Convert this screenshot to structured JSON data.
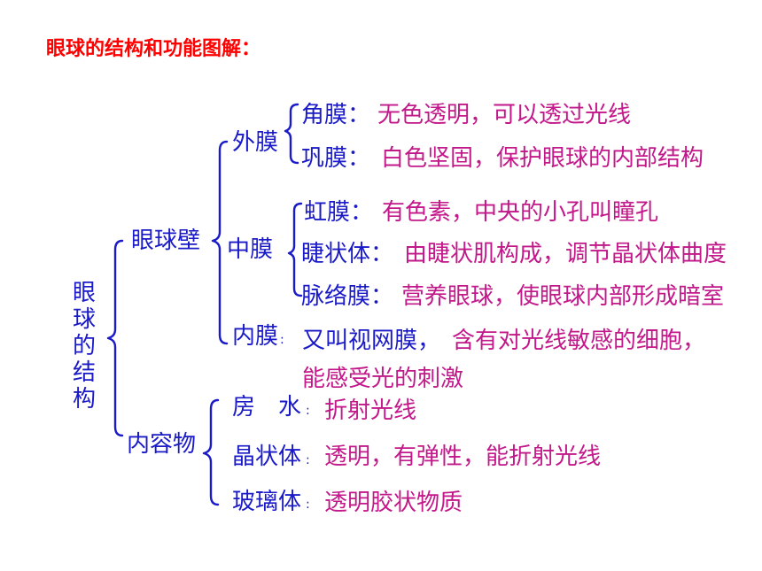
{
  "title": "眼球的结构和功能图解：",
  "root": "眼球的结构",
  "wall": {
    "label": "眼球壁",
    "outer": {
      "label": "外膜",
      "cornea": {
        "label": "角膜：",
        "desc": "无色透明，可以透过光线"
      },
      "sclera": {
        "label": "巩膜：",
        "desc": "白色坚固，保护眼球的内部结构"
      }
    },
    "middle": {
      "label": "中膜",
      "iris": {
        "label": "虹膜：",
        "desc": "有色素，中央的小孔叫瞳孔"
      },
      "ciliary": {
        "label": "睫状体：",
        "desc": "由睫状肌构成，调节晶状体曲度"
      },
      "choroid": {
        "label": "脉络膜：",
        "desc": "营养眼球，使眼球内部形成暗室"
      }
    },
    "inner": {
      "label": "内膜",
      "colon": ":",
      "desc_a": "又叫视网膜，",
      "desc_b": "含有对光线敏感的细胞，",
      "desc_c": "能感受光的刺激"
    }
  },
  "contents": {
    "label": "内容物",
    "aqueous": {
      "label": "房　水",
      "colon": ":",
      "desc": "折射光线"
    },
    "lens": {
      "label": "晶状体",
      "colon": ":",
      "desc": "透明，有弹性，能折射光线"
    },
    "vitreous": {
      "label": "玻璃体",
      "colon": ":",
      "desc": "透明胶状物质"
    }
  }
}
